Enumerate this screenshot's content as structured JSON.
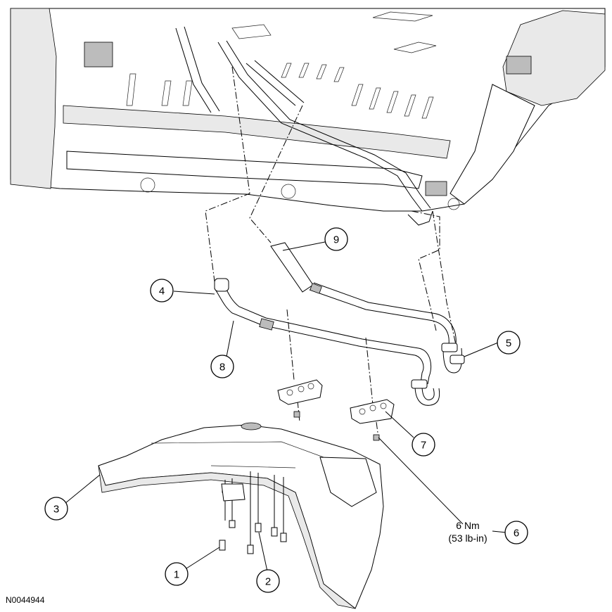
{
  "figure_id": "N0044944",
  "callouts": [
    {
      "number": "1"
    },
    {
      "number": "2"
    },
    {
      "number": "3"
    },
    {
      "number": "4"
    },
    {
      "number": "5"
    },
    {
      "number": "6"
    },
    {
      "number": "7"
    },
    {
      "number": "8"
    },
    {
      "number": "9"
    }
  ],
  "torque_spec": {
    "metric": "6 Nm",
    "imperial": "(53 lb-in)"
  }
}
